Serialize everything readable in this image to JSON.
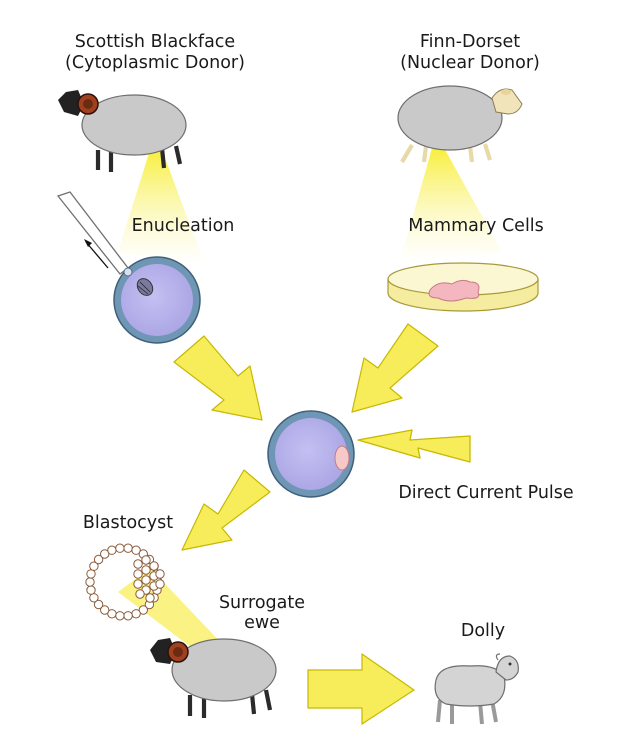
{
  "labels": {
    "scottish_line1": "Scottish Blackface",
    "scottish_line2": "(Cytoplasmic Donor)",
    "finn_line1": "Finn-Dorset",
    "finn_line2": "(Nuclear Donor)",
    "enucleation": "Enucleation",
    "mammary": "Mammary Cells",
    "pulse": "Direct Current Pulse",
    "blastocyst": "Blastocyst",
    "surrogate_line1": "Surrogate",
    "surrogate_line2": "ewe",
    "dolly": "Dolly"
  },
  "colors": {
    "arrow_fill": "#f7ec5a",
    "arrow_stroke": "#c8b800",
    "cell_fill": "#b9b5ec",
    "cell_rim": "#6f96b4",
    "sheep_wool": "#c9c9c9",
    "black_face": "#222222",
    "ram_horn": "#a0401c",
    "tan_face": "#f1e4ba",
    "nucleus": "#f6c8c8",
    "tissue": "#f4b7c0",
    "dish": "#f8f1b6"
  }
}
